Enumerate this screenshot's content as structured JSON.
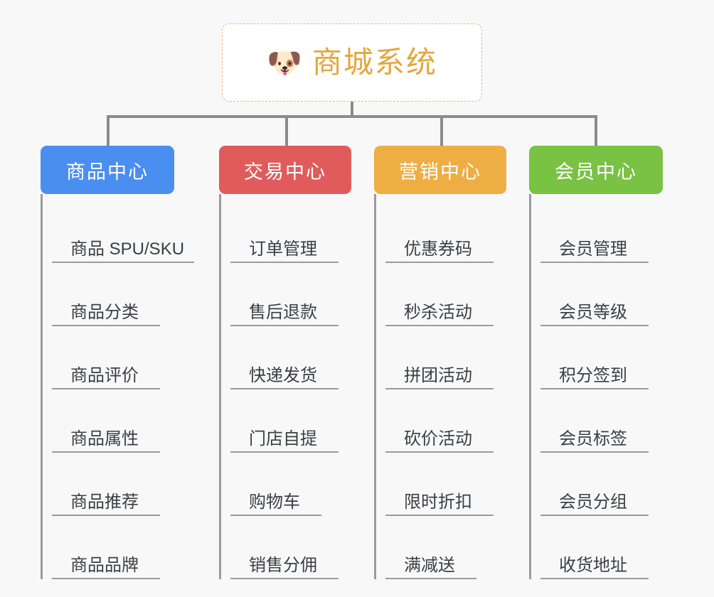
{
  "root": {
    "icon": "shiba-dog-face-icon",
    "icon_glyph": "🐶",
    "title": "商城系统"
  },
  "colors": {
    "background": "#f8f8f8",
    "root_border": "#e8b96a",
    "root_title": "#e3a73f",
    "connector": "#8c8c8c",
    "rail": "#9b9b9b",
    "item_text": "#3a3f45",
    "product_center": "#4a8ef0",
    "trade_center": "#e05c5c",
    "marketing_center": "#eeae43",
    "member_center": "#79c244"
  },
  "columns": [
    {
      "key": "product-center",
      "header": "商品中心",
      "color": "#4a8ef0",
      "items": [
        {
          "label": "商品 SPU/SKU",
          "underline_width": 200
        },
        {
          "label": "商品分类",
          "underline_width": 152
        },
        {
          "label": "商品评价",
          "underline_width": 152
        },
        {
          "label": "商品属性",
          "underline_width": 152
        },
        {
          "label": "商品推荐",
          "underline_width": 152
        },
        {
          "label": "商品品牌",
          "underline_width": 152
        }
      ]
    },
    {
      "key": "trade-center",
      "header": "交易中心",
      "color": "#e05c5c",
      "items": [
        {
          "label": "订单管理",
          "underline_width": 152
        },
        {
          "label": "售后退款",
          "underline_width": 152
        },
        {
          "label": "快递发货",
          "underline_width": 152
        },
        {
          "label": "门店自提",
          "underline_width": 152
        },
        {
          "label": "购物车",
          "underline_width": 128
        },
        {
          "label": "销售分佣",
          "underline_width": 152
        }
      ]
    },
    {
      "key": "marketing-center",
      "header": "营销中心",
      "color": "#eeae43",
      "items": [
        {
          "label": "优惠券码",
          "underline_width": 152
        },
        {
          "label": "秒杀活动",
          "underline_width": 152
        },
        {
          "label": "拼团活动",
          "underline_width": 152
        },
        {
          "label": "砍价活动",
          "underline_width": 152
        },
        {
          "label": "限时折扣",
          "underline_width": 152
        },
        {
          "label": "满减送",
          "underline_width": 128
        }
      ]
    },
    {
      "key": "member-center",
      "header": "会员中心",
      "color": "#79c244",
      "items": [
        {
          "label": "会员管理",
          "underline_width": 152
        },
        {
          "label": "会员等级",
          "underline_width": 152
        },
        {
          "label": "积分签到",
          "underline_width": 152
        },
        {
          "label": "会员标签",
          "underline_width": 152
        },
        {
          "label": "会员分组",
          "underline_width": 152
        },
        {
          "label": "收货地址",
          "underline_width": 152
        }
      ]
    }
  ]
}
